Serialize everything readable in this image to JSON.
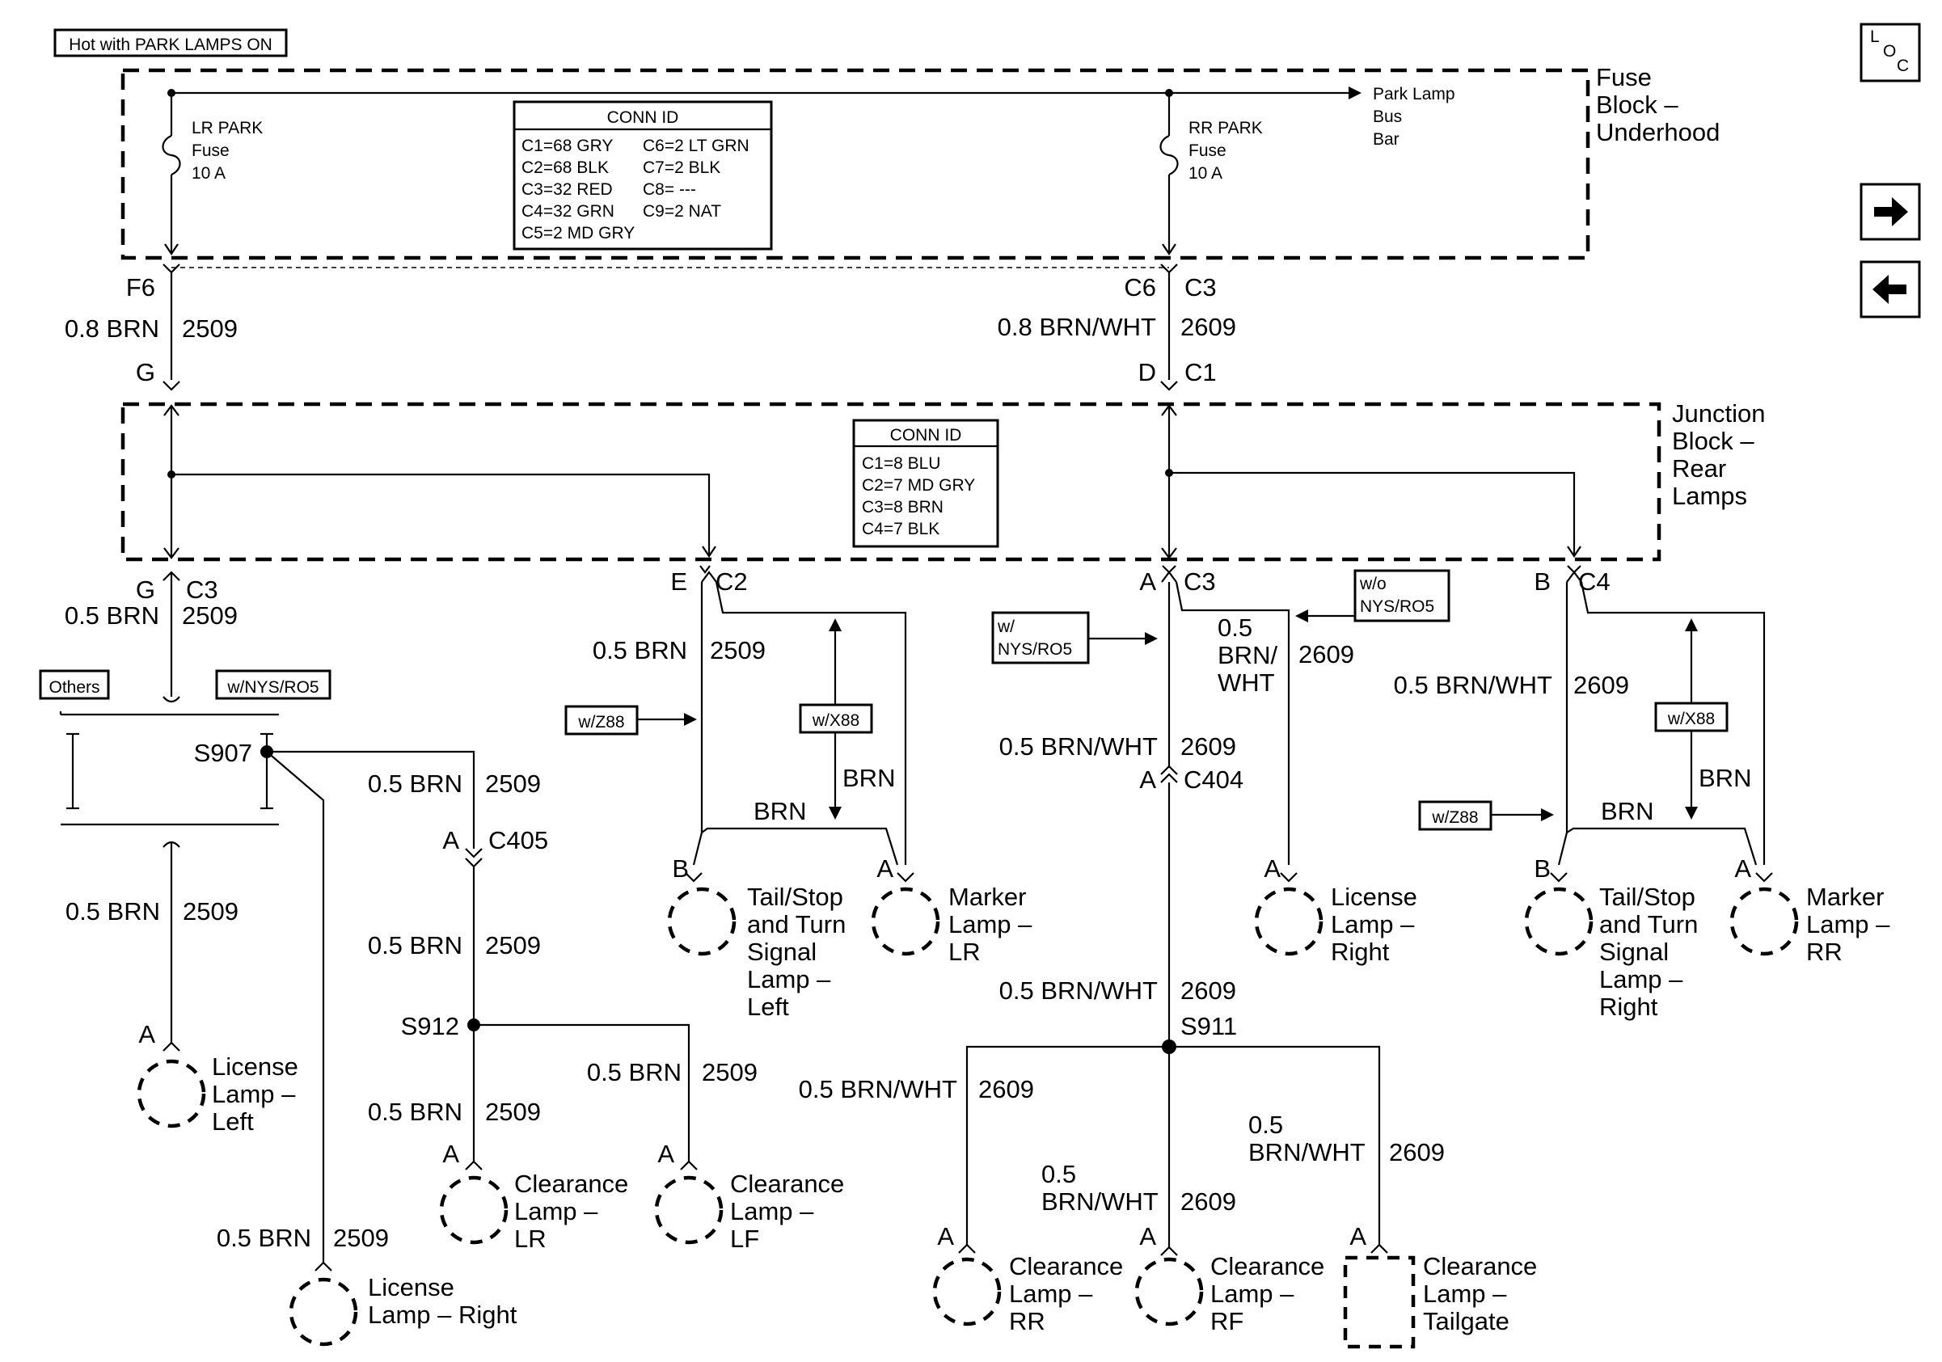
{
  "header": {
    "hot_label": "Hot with PARK LAMPS ON"
  },
  "loc_icon": {
    "l": "L",
    "o": "O",
    "c": "C"
  },
  "nav": {
    "next_icon": "right-arrow-icon",
    "prev_icon": "left-arrow-icon"
  },
  "fuse_block": {
    "name": "Fuse\nBlock –\nUnderhood",
    "lr_fuse": "LR PARK\nFuse\n10 A",
    "rr_fuse": "RR PARK\nFuse\n10 A",
    "bus_bar": "Park Lamp\nBus\nBar",
    "conn_id_title": "CONN ID",
    "conn_ids_left": [
      "C1=68 GRY",
      "C2=68 BLK",
      "C3=32 RED",
      "C4=32 GRN",
      "C5=2 MD GRY"
    ],
    "conn_ids_right": [
      "C6=2 LT GRN",
      "C7=2 BLK",
      "C8= ---",
      "C9=2 NAT"
    ]
  },
  "junction_block": {
    "name": "Junction\nBlock –\nRear\nLamps",
    "conn_id_title": "CONN ID",
    "conn_ids": [
      "C1=8 BLU",
      "C2=7 MD GRY",
      "C3=8 BRN",
      "C4=7 BLK"
    ]
  },
  "labels": {
    "f6": "F6",
    "g": "G",
    "c6": "C6",
    "c3": "C3",
    "d": "D",
    "c1": "C1",
    "e": "E",
    "c2": "C2",
    "a": "A",
    "b": "B",
    "c4": "C4",
    "c404": "C404",
    "c405": "C405",
    "s907": "S907",
    "s912": "S912",
    "s911": "S911",
    "others": "Others",
    "w_nys_ro5": "w/NYS/RO5",
    "w_nys_ro5_2": "w/\nNYS/RO5",
    "wo_nys_ro5": "w/o\nNYS/RO5",
    "w_z88": "w/Z88",
    "w_x88": "w/X88",
    "brn": "BRN"
  },
  "wires": {
    "brn_08": "0.8 BRN",
    "brn_05": "0.5 BRN",
    "brnwht_08": "0.8 BRN/WHT",
    "brnwht_05": "0.5 BRN/WHT",
    "brnwht_05_stack": "0.5\nBRN/\nWHT",
    "brnwht_05_two": "0.5\nBRN/WHT",
    "ckt_2509": "2509",
    "ckt_2609": "2609"
  },
  "lamps": {
    "license_left": "License\nLamp –\nLeft",
    "license_right_lower": "License\nLamp – Right",
    "clearance_lr": "Clearance\nLamp –\nLR",
    "clearance_lf": "Clearance\nLamp –\nLF",
    "tail_left": "Tail/Stop\nand Turn\nSignal\nLamp –\nLeft",
    "marker_lr": "Marker\nLamp –\nLR",
    "license_right": "License\nLamp –\nRight",
    "tail_right": "Tail/Stop\nand Turn\nSignal\nLamp –\nRight",
    "marker_rr": "Marker\nLamp –\nRR",
    "clearance_rr": "Clearance\nLamp –\nRR",
    "clearance_rf": "Clearance\nLamp –\nRF",
    "clearance_tailgate": "Clearance\nLamp –\nTailgate"
  }
}
